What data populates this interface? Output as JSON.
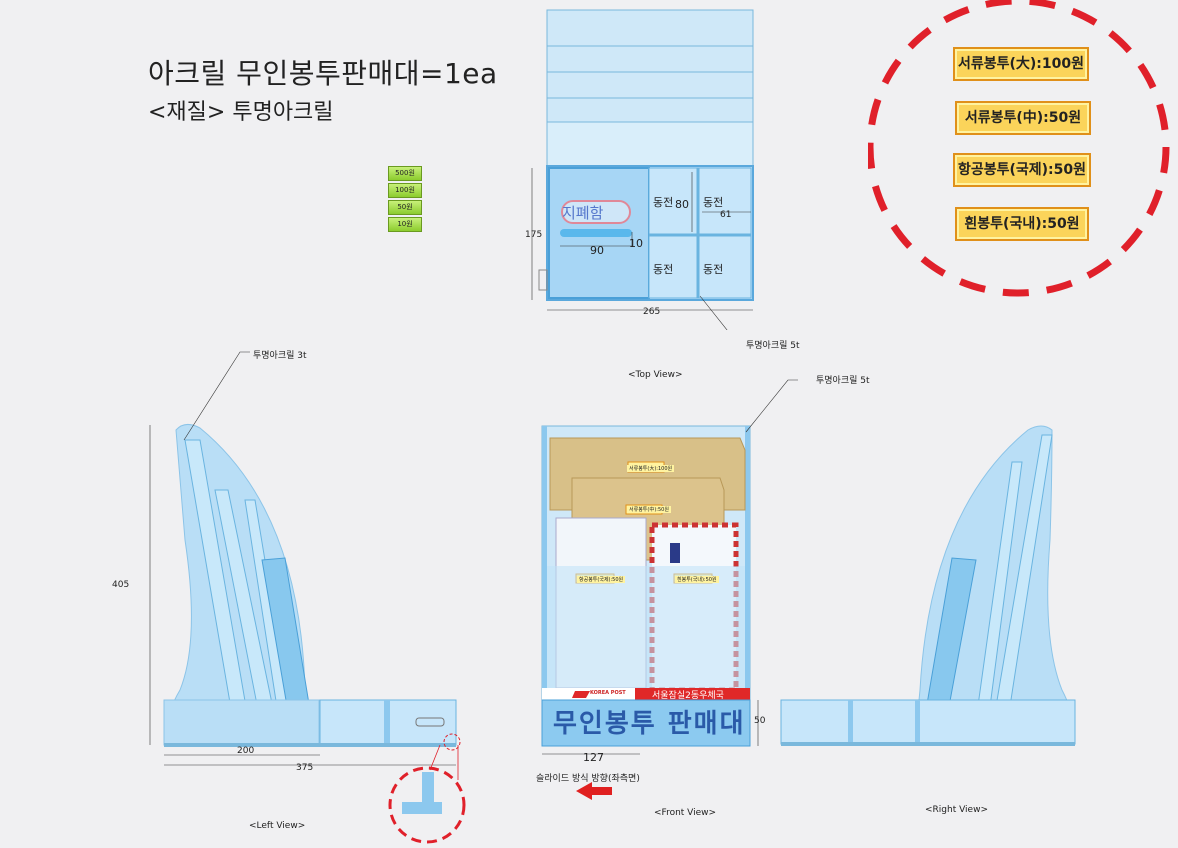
{
  "header": {
    "title": "아크릴 무인봉투판매대=1ea",
    "subtitle": "<재질> 투명아크릴"
  },
  "coins": [
    "500원",
    "100원",
    "50원",
    "10원"
  ],
  "prices": [
    "서류봉투(大):100원",
    "서류봉투(中):50원",
    "항공봉투(국제):50원",
    "흰봉투(국내):50원"
  ],
  "top_view": {
    "caption": "<Top View>",
    "bill_box_label": "지폐함",
    "coin_labels": [
      "동전",
      "동전",
      "동전",
      "동전"
    ],
    "dims": {
      "depth": "175",
      "slot_width": "90",
      "slot_height": "10",
      "compartment_height": "80",
      "compartment_width": "61",
      "total_width": "265"
    },
    "material_note": "투명아크릴 5t"
  },
  "left_view": {
    "caption": "<Left View>",
    "material_note": "투명아크릴 3t",
    "dims": {
      "height": "405",
      "base": "200",
      "total": "375"
    }
  },
  "front_view": {
    "caption": "<Front View>",
    "material_note": "투명아크릴 5t",
    "banner_post": "서울잠실2동우체국",
    "brand": "KOREA POST",
    "sign": "무인봉투 판매대",
    "envelope_tags": [
      "서류봉투(大):100원",
      "서류봉투(中):50원",
      "항공봉투(국제):50원",
      "흰봉투(국내):50원"
    ],
    "dims": {
      "drawer_height": "50",
      "drawer_width": "127"
    },
    "slide_note": "슬라이드 방식 방향(좌측면)"
  },
  "right_view": {
    "caption": "<Right View>"
  }
}
